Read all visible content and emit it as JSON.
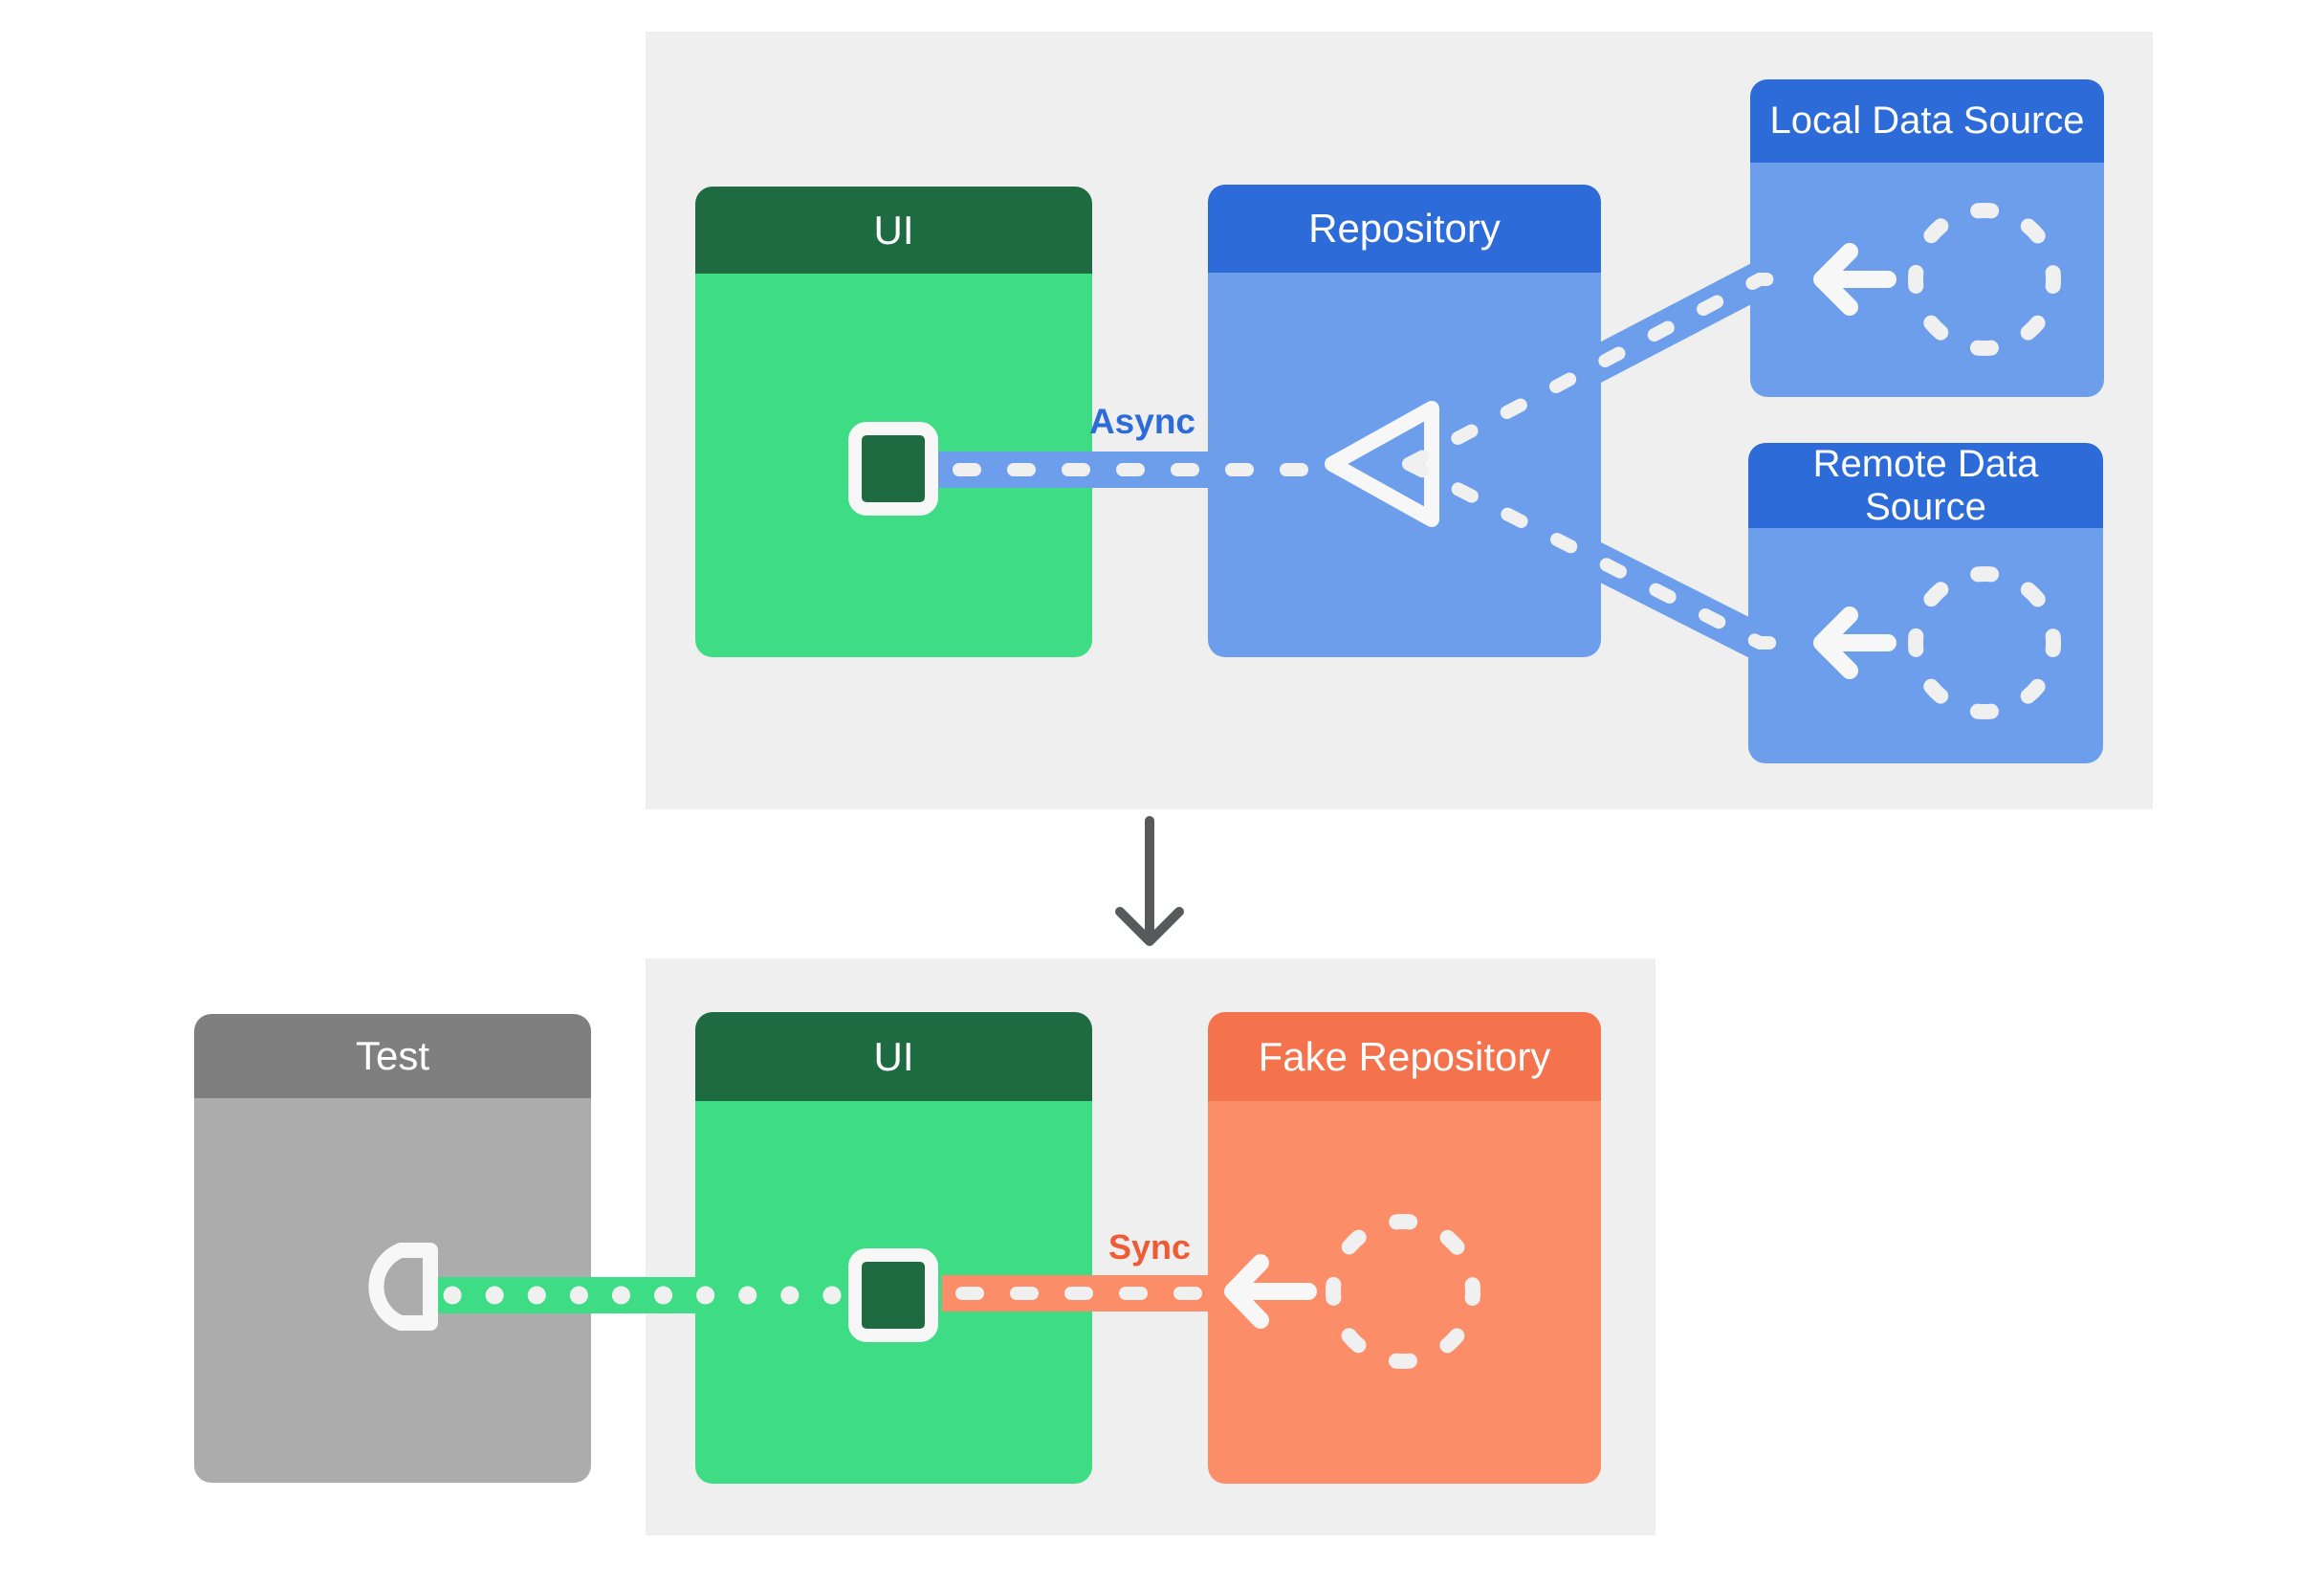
{
  "colors": {
    "page-bg": "#FFFFFF",
    "panel": "#EFEFEF",
    "green": "#3EDC84",
    "green-dark": "#1E6B41",
    "blue": "#6D9EEB",
    "blue-dark": "#2D6BD9",
    "gray": "#ACACAC",
    "gray-dark": "#7F7F7F",
    "orange": "#FB8E69",
    "orange-dark": "#F4724C",
    "sync-orange": "#EE5B35",
    "arrow-gray": "#58595B",
    "dash": "#F0F0F0",
    "shape-white": "#F7F7F7"
  },
  "production": {
    "ui": {
      "title": "UI"
    },
    "repository": {
      "title": "Repository"
    },
    "local_data_source": {
      "title": "Local Data Source"
    },
    "remote_data_source": {
      "title": "Remote Data\nSource"
    },
    "async_label": "Async"
  },
  "test_env": {
    "test": {
      "title": "Test"
    },
    "ui": {
      "title": "UI"
    },
    "fake_repository": {
      "title": "Fake Repository"
    },
    "sync_label": "Sync"
  },
  "icons": {
    "dashed_circle": "dashed-circle-icon (data source / fake implementation)",
    "left_arrow": "arrow-left-icon (data flow toward consumer)",
    "triangle": "merge-triangle-icon (repository joining two sources)",
    "hook_square": "ui-port-icon (connection point on UI)",
    "socket": "test-socket-icon (test observing UI output)",
    "down_arrow": "arrow-down-icon (production setup replaced by test setup)"
  }
}
